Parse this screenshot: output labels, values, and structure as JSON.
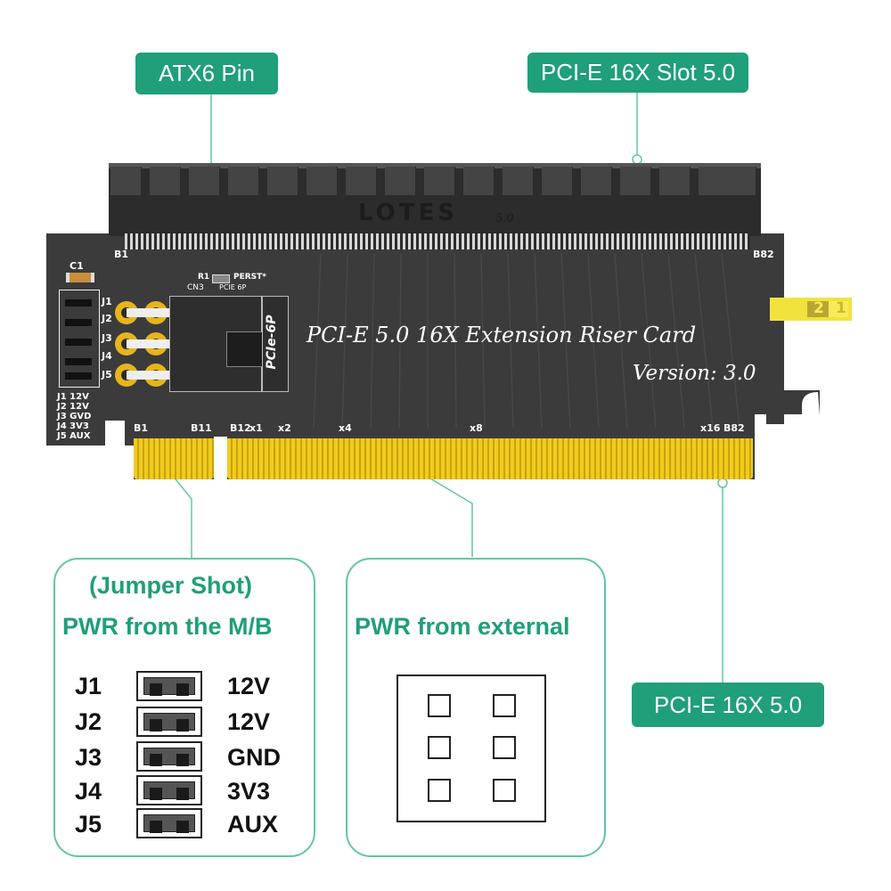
{
  "callouts": {
    "atx6": "ATX6 Pin",
    "slot": "PCI-E 16X Slot 5.0",
    "edge": "PCI-E 16X  5.0"
  },
  "pcb": {
    "slot_brand": "LOTES",
    "slot_brand_ver": "5.0",
    "title": "PCI-E  5.0 16X  Extension  Riser Card",
    "version": "Version: 3.0",
    "slot_b1": "B1",
    "slot_b82": "B82",
    "c1": "C1",
    "jumpers": [
      "J1",
      "J2",
      "J3",
      "J4",
      "J5"
    ],
    "legend": [
      "J1  12V",
      "J2  12V",
      "J3  GVD",
      "J4  3V3",
      "J5  AUX"
    ],
    "r1": "R1",
    "perst": "PERST*",
    "cn3": "CN3",
    "pcie6p_small": "PCIE  6P",
    "pcie6p": "PCIe-6P",
    "marker_2": "2",
    "marker_1": "1",
    "edge_labels": {
      "b1": "B1",
      "b11": "B11",
      "b12": "B12",
      "x1": "x1",
      "x2": "x2",
      "x4": "x4",
      "x8": "x8",
      "x16": "x16",
      "b82": "B82"
    }
  },
  "left_panel": {
    "line1": "(Jumper  Shot)",
    "line2": "PWR from the M/B",
    "rows": [
      {
        "label": "J1",
        "volt": "12V"
      },
      {
        "label": "J2",
        "volt": "12V"
      },
      {
        "label": "J3",
        "volt": "GND"
      },
      {
        "label": "J4",
        "volt": "3V3"
      },
      {
        "label": "J5",
        "volt": "AUX"
      }
    ]
  },
  "mid_panel": {
    "title": "PWR from external"
  },
  "colors": {
    "accent": "#1f9f7a",
    "pcb": "#3a3a3a",
    "gold": "#e6c21a"
  }
}
